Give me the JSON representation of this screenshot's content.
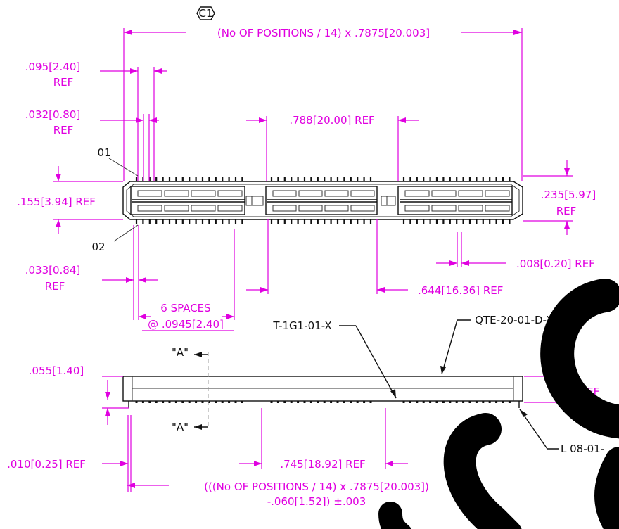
{
  "colors": {
    "dimension": "#e000e0",
    "outline": "#111111",
    "background": "#ffffff"
  },
  "revision_tag": "C1",
  "dims": {
    "overall": "(No OF POSITIONS / 14) x .7875[20.003]",
    "pitch_ref": ".095[2.40]",
    "pitch_ref_suffix": "REF",
    "pin_width": ".032[0.80]",
    "pin_width_suffix": "REF",
    "center_span": ".788[20.00] REF",
    "height_top": ".155[3.94] REF",
    "height_right": ".235[5.97]",
    "height_right_suffix": "REF",
    "tail_gap": ".008[0.20] REF",
    "tail_offset": ".033[0.84]",
    "tail_offset_suffix": "REF",
    "spaces_line1": "6 SPACES",
    "spaces_line2": "@ .0945[2.40]",
    "gap_644": ".644[16.36] REF",
    "side_055": ".055[1.40]",
    "side_010": ".010[0.25] REF",
    "bottom_745": ".745[18.92] REF",
    "bottom_line1": "(((No OF POSITIONS / 14) x .7875[20.003])",
    "bottom_line2": "-.060[1.52]) ±.003",
    "right_ref": "REF"
  },
  "labels": {
    "pos_01": "01",
    "pos_02": "02",
    "section_a_top": "\"A\"",
    "section_a_bottom": "\"A\"",
    "part_t1g1": "T-1G1-01-X",
    "part_qte": "QTE-20-01-D-XX",
    "part_lower_right": "L  08-01-"
  }
}
